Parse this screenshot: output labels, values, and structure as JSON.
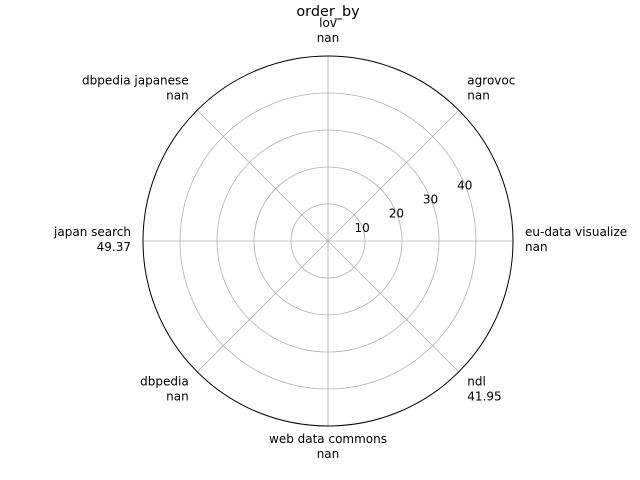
{
  "chart_data": {
    "type": "radar",
    "title": "order_by",
    "categories": [
      "lov",
      "agrovoc",
      "eu-data visualize",
      "ndl",
      "web data commons",
      "dbpedia",
      "japan search",
      "dbpedia japanese"
    ],
    "value_labels": [
      "nan",
      "nan",
      "nan",
      "41.95",
      "nan",
      "nan",
      "49.37",
      "nan"
    ],
    "series": [
      {
        "values": [
          null,
          null,
          null,
          41.95,
          null,
          null,
          49.37,
          null
        ]
      }
    ],
    "rticks": [
      10,
      20,
      30,
      40
    ],
    "rlim": [
      0,
      50
    ],
    "grid": true,
    "gridline_color": "#b0b0b0",
    "outline_color": "#000000"
  }
}
